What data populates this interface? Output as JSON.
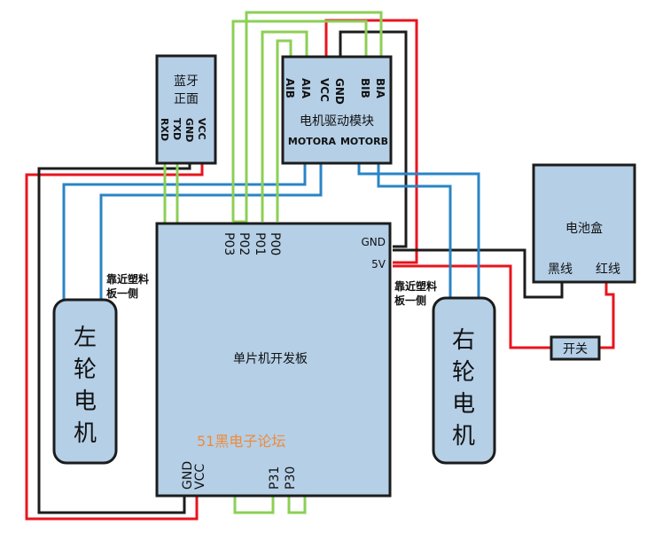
{
  "colors": {
    "box_fill": "#b4cfe6",
    "box_stroke": "#1c1c1c",
    "wire_red": "#e8141e",
    "wire_black": "#1c1c1c",
    "wire_blue": "#2a84c6",
    "wire_green": "#8ccf55",
    "watermark": "#f08a3a"
  },
  "bluetooth": {
    "title_line1": "蓝牙",
    "title_line2": "正面",
    "pins": [
      "RXD",
      "TXD",
      "GND",
      "VCC"
    ]
  },
  "motor_driver": {
    "pins": [
      "AIB",
      "AIA",
      "VCC",
      "GND",
      "BIB",
      "BIA"
    ],
    "title": "电机驱动模块",
    "out_a": "MOTORA",
    "out_b": "MOTORB"
  },
  "mcu": {
    "title": "单片机开发板",
    "top_pins": [
      "P03",
      "P02",
      "P01",
      "P00"
    ],
    "power_pins": [
      "GND",
      "5V"
    ],
    "bottom_pins": [
      "GND",
      "VCC",
      "P31",
      "P30"
    ]
  },
  "battery": {
    "title": "电池盒",
    "black": "黑线",
    "red": "红线"
  },
  "switch": {
    "label": "开关"
  },
  "left_motor": {
    "label": "左轮电机",
    "note_line1": "靠近塑料",
    "note_line2": "板一侧"
  },
  "right_motor": {
    "label": "右轮电机",
    "note_line1": "靠近塑料",
    "note_line2": "板一侧"
  },
  "watermark": "51黑电子论坛"
}
